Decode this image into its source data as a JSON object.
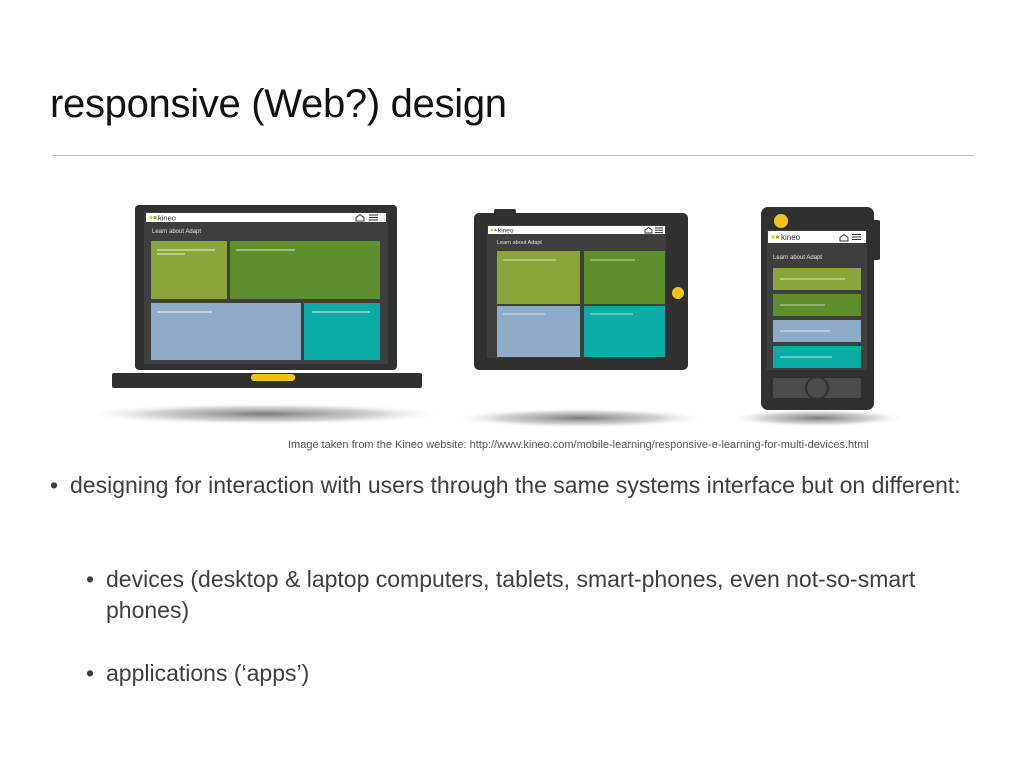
{
  "slide": {
    "title": "responsive (Web?) design",
    "caption": "Image taken from the Kineo website: http://www.kineo.com/mobile-learning/responsive-e-learning-for-multi-devices.html"
  },
  "figure": {
    "brand": "kineo",
    "heading": "Learn about Adapt",
    "colors": {
      "device_body": "#2f3030",
      "screen_bg": "#3d3e3e",
      "tile_olive": "#8aa63a",
      "tile_green": "#5f8f2c",
      "tile_blue": "#8eabc8",
      "tile_teal": "#0aaaa5",
      "accent_yellow": "#f2c417"
    }
  },
  "bullets": [
    {
      "text": "designing for interaction with users through the same systems interface but on different:"
    },
    {
      "text": "devices (desktop & laptop computers, tablets, smart-phones, even not-so-smart phones)"
    },
    {
      "text": "applications (‘apps’)"
    }
  ]
}
